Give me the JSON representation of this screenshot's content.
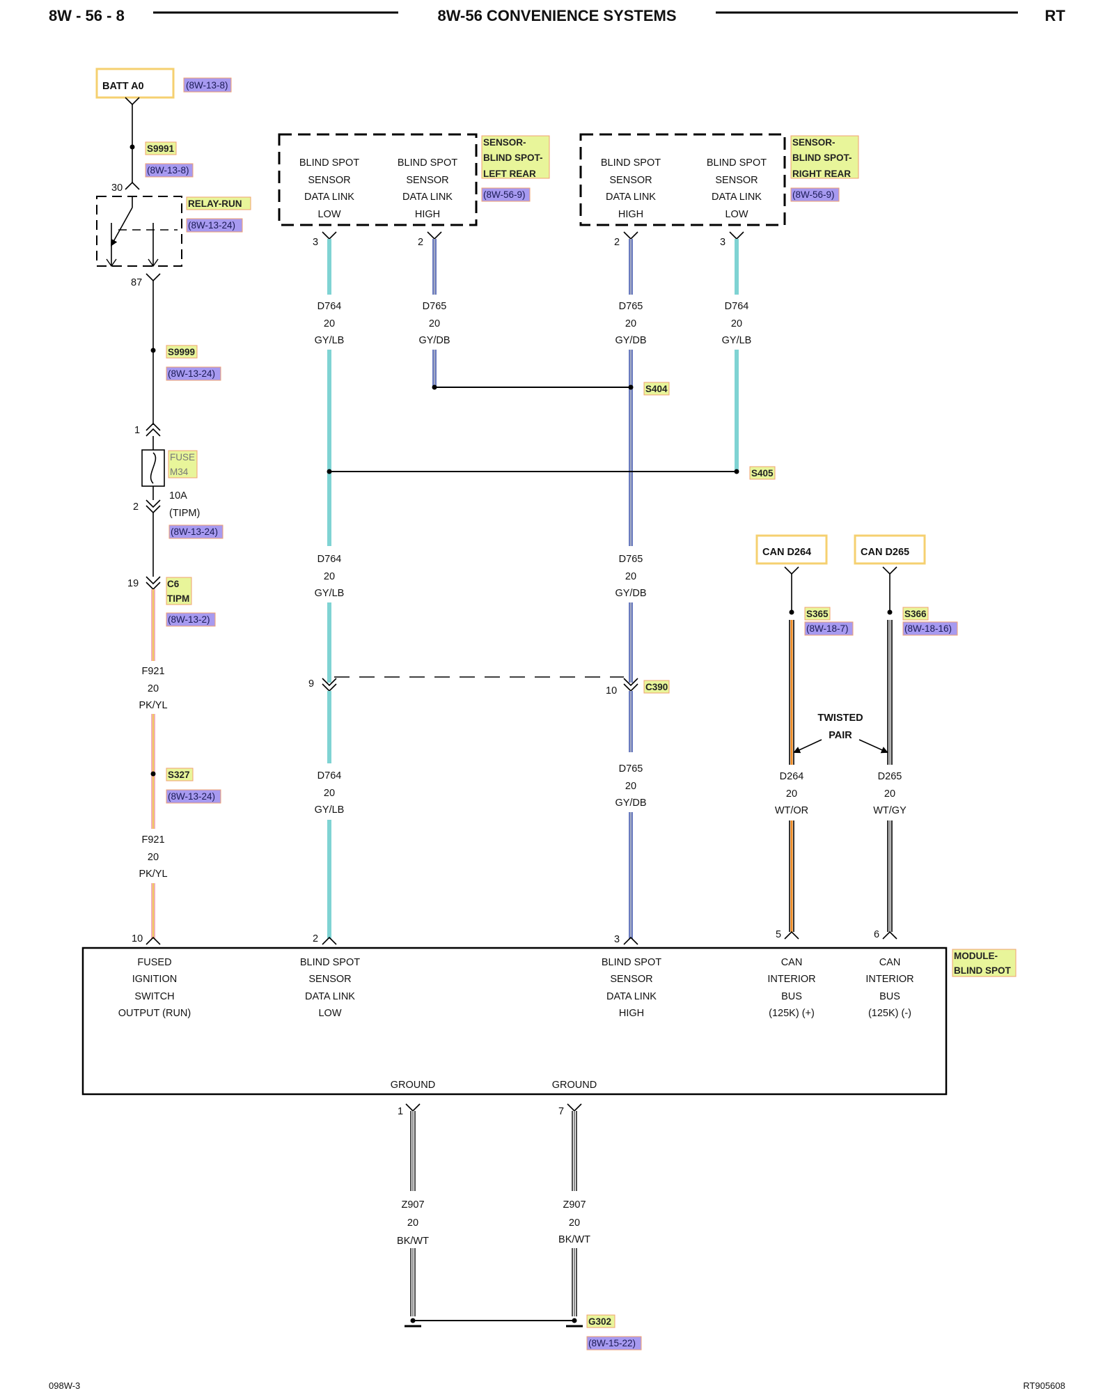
{
  "header": {
    "left": "8W - 56 - 8",
    "center": "8W-56 CONVENIENCE SYSTEMS",
    "right": "RT"
  },
  "footer": {
    "left": "098W-3",
    "right": "RT905608"
  },
  "colors": {
    "gy_lb": "#7fd3d3",
    "gy_db": "#6a7bbf",
    "pk_yl": "#f2b0b8",
    "wt_or": "#f08a20",
    "wt_gy": "#9a9a9a",
    "bk_wt": "#333333",
    "yellow_tag": "#e8f59a",
    "purple_tag": "#a79af0",
    "tag_border": "#f0a070"
  },
  "sources": {
    "batt": {
      "label": "BATT A0",
      "ref": "(8W-13-8)"
    },
    "can_d264": "CAN D264",
    "can_d265": "CAN D265"
  },
  "splices": {
    "s9991": {
      "name": "S9991",
      "ref": "(8W-13-8)"
    },
    "s9999": {
      "name": "S9999",
      "ref": "(8W-13-24)"
    },
    "s327": {
      "name": "S327",
      "ref": "(8W-13-24)"
    },
    "s404": {
      "name": "S404"
    },
    "s405": {
      "name": "S405"
    },
    "s365": {
      "name": "S365",
      "ref": "(8W-18-7)"
    },
    "s366": {
      "name": "S366",
      "ref": "(8W-18-16)"
    }
  },
  "relay": {
    "name": "RELAY-RUN",
    "ref": "(8W-13-24)",
    "pin_in": "30",
    "pin_out": "87"
  },
  "fuse": {
    "name_1": "FUSE",
    "name_2": "M34",
    "rating": "10A",
    "location": "(TIPM)",
    "ref": "(8W-13-24)",
    "pin_top": "1",
    "pin_bottom": "2"
  },
  "connector_c6": {
    "name_1": "C6",
    "name_2": "TIPM",
    "ref": "(8W-13-2)",
    "pin": "19"
  },
  "connector_c390": {
    "name": "C390",
    "pin_left": "9",
    "pin_right": "10"
  },
  "sensor_left": {
    "name_1": "SENSOR-",
    "name_2": "BLIND SPOT-",
    "name_3": "LEFT REAR",
    "ref": "(8W-56-9)",
    "pins": [
      {
        "l1": "BLIND SPOT",
        "l2": "SENSOR",
        "l3": "DATA LINK",
        "l4": "LOW",
        "pin": "3"
      },
      {
        "l1": "BLIND SPOT",
        "l2": "SENSOR",
        "l3": "DATA LINK",
        "l4": "HIGH",
        "pin": "2"
      }
    ]
  },
  "sensor_right": {
    "name_1": "SENSOR-",
    "name_2": "BLIND SPOT-",
    "name_3": "RIGHT REAR",
    "ref": "(8W-56-9)",
    "pins": [
      {
        "l1": "BLIND SPOT",
        "l2": "SENSOR",
        "l3": "DATA LINK",
        "l4": "HIGH",
        "pin": "2"
      },
      {
        "l1": "BLIND SPOT",
        "l2": "SENSOR",
        "l3": "DATA LINK",
        "l4": "LOW",
        "pin": "3"
      }
    ]
  },
  "wires": {
    "d764": {
      "circuit": "D764",
      "gauge": "20",
      "color": "GY/LB"
    },
    "d765": {
      "circuit": "D765",
      "gauge": "20",
      "color": "GY/DB"
    },
    "f921": {
      "circuit": "F921",
      "gauge": "20",
      "color": "PK/YL"
    },
    "d264": {
      "circuit": "D264",
      "gauge": "20",
      "color": "WT/OR"
    },
    "d265": {
      "circuit": "D265",
      "gauge": "20",
      "color": "WT/GY"
    },
    "z907": {
      "circuit": "Z907",
      "gauge": "20",
      "color": "BK/WT"
    }
  },
  "twisted_pair": {
    "l1": "TWISTED",
    "l2": "PAIR"
  },
  "module": {
    "name_1": "MODULE-",
    "name_2": "BLIND SPOT",
    "pins": [
      {
        "pin": "10",
        "l1": "FUSED",
        "l2": "IGNITION",
        "l3": "SWITCH",
        "l4": "OUTPUT (RUN)"
      },
      {
        "pin": "2",
        "l1": "BLIND SPOT",
        "l2": "SENSOR",
        "l3": "DATA LINK",
        "l4": "LOW"
      },
      {
        "pin": "3",
        "l1": "BLIND SPOT",
        "l2": "SENSOR",
        "l3": "DATA LINK",
        "l4": "HIGH"
      },
      {
        "pin": "5",
        "l1": "CAN",
        "l2": "INTERIOR",
        "l3": "BUS",
        "l4": "(125K) (+)"
      },
      {
        "pin": "6",
        "l1": "CAN",
        "l2": "INTERIOR",
        "l3": "BUS",
        "l4": "(125K) (-)"
      }
    ],
    "grounds": [
      {
        "label": "GROUND",
        "pin": "1"
      },
      {
        "label": "GROUND",
        "pin": "7"
      }
    ]
  },
  "ground_g302": {
    "name": "G302",
    "ref": "(8W-15-22)"
  }
}
